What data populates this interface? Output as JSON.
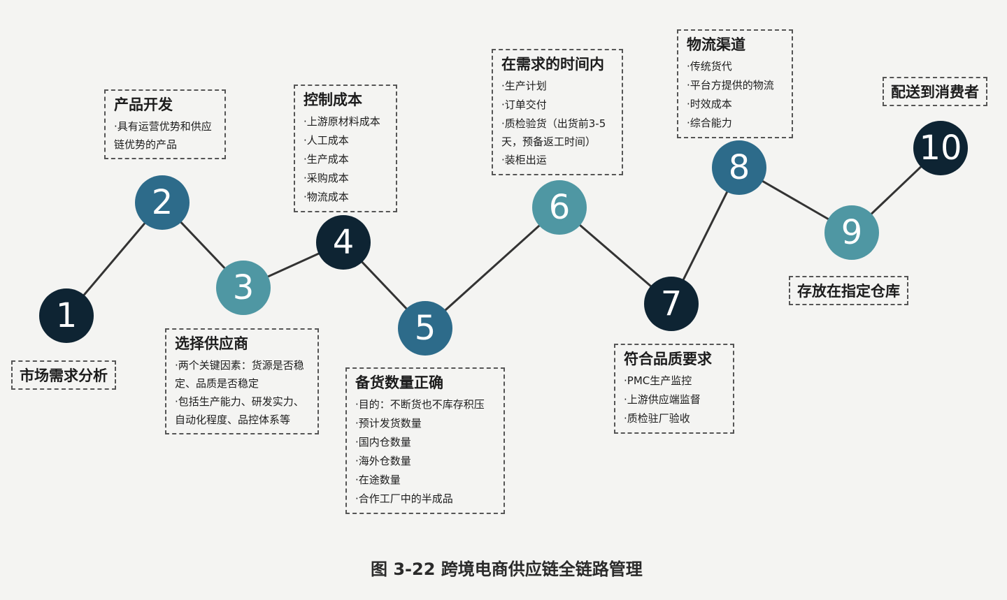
{
  "nodes": [
    "1",
    "2",
    "3",
    "4",
    "5",
    "6",
    "7",
    "8",
    "9",
    "10"
  ],
  "steps": {
    "s1": {
      "label": "市场需求分析"
    },
    "s2": {
      "title": "产品开发",
      "items": [
        "·具有运营优势和供应链优势的产品"
      ]
    },
    "s3": {
      "title": "选择供应商",
      "items": [
        "·两个关键因素：货源是否稳定、品质是否稳定",
        "·包括生产能力、研发实力、自动化程度、品控体系等"
      ]
    },
    "s4": {
      "title": "控制成本",
      "items": [
        "·上游原材料成本",
        "·人工成本",
        "·生产成本",
        "·采购成本",
        "·物流成本"
      ]
    },
    "s5": {
      "title": "备货数量正确",
      "items": [
        "·目的：不断货也不库存积压",
        "·预计发货数量",
        "·国内仓数量",
        "·海外仓数量",
        "·在途数量",
        "·合作工厂中的半成品"
      ]
    },
    "s6": {
      "title": "在需求的时间内",
      "items": [
        "·生产计划",
        "·订单交付",
        "·质检验货（出货前3-5天，预备返工时间）",
        "·装柜出运"
      ]
    },
    "s7": {
      "title": "符合品质要求",
      "items": [
        "·PMC生产监控",
        "·上游供应端监督",
        "·质检驻厂验收"
      ]
    },
    "s8": {
      "title": "物流渠道",
      "items": [
        "·传统货代",
        "·平台方提供的物流",
        "·时效成本",
        "·综合能力"
      ]
    },
    "s9": {
      "label": "存放在指定仓库"
    },
    "s10": {
      "label": "配送到消费者"
    }
  },
  "caption": "图 3-22  跨境电商供应链全链路管理",
  "colors": {
    "dark": "#0e2433",
    "mid": "#2d6b8a",
    "light": "#4f97a3",
    "line": "#333333"
  }
}
